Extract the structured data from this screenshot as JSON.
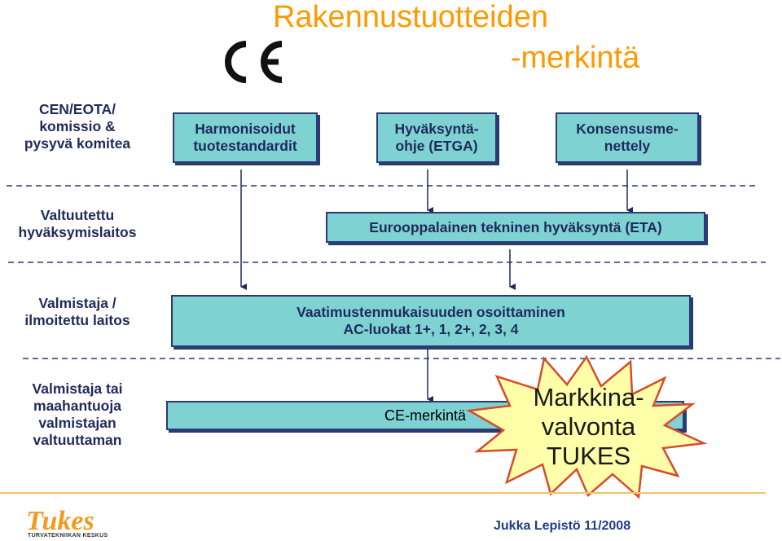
{
  "title": {
    "line1": "Rakennustuotteiden",
    "line2": "-merkintä"
  },
  "logo_ce": "CE",
  "rows": [
    {
      "label": "CEN/EOTA/\nkomissio &\npysyvä komitea"
    },
    {
      "label": "Valtuutettu\nhyväksymislaitos"
    },
    {
      "label": "Valmistaja /\nilmoitettu laitos"
    },
    {
      "label": "Valmistaja tai\nmaahantuoja\nvalmistajan\nvaltuuttaman"
    }
  ],
  "boxes": {
    "harmonisoidut": "Harmonisoidut\ntuotestandardit",
    "hyvaksyntaohje": "Hyväksyntä-\nohje (ETGA)",
    "konsensus": "Konsensusme-\nnettely",
    "eta": "Eurooppalainen tekninen hyväksyntä (ETA)",
    "vaatimusten": "Vaatimustenmukaisuuden osoittaminen\nAC-luokat 1+, 1, 2+, 2, 3, 4",
    "ce_merkinta": "CE-merkintä"
  },
  "burst": {
    "text": "Markkina-\nvalvonta\nTUKES",
    "fill": "#ffffaa",
    "stroke": "#d84a2a"
  },
  "footer": {
    "logo": "Tukes",
    "logo_sub": "TURVATEKNIIKAN KESKUS",
    "author": "Jukka Lepistö 11/2008"
  },
  "colors": {
    "title": "#ff9900",
    "box_fill": "#7fd2d2",
    "box_border": "#2a3a73",
    "text": "#1f2a5c",
    "dashed": "#2a3a73"
  }
}
